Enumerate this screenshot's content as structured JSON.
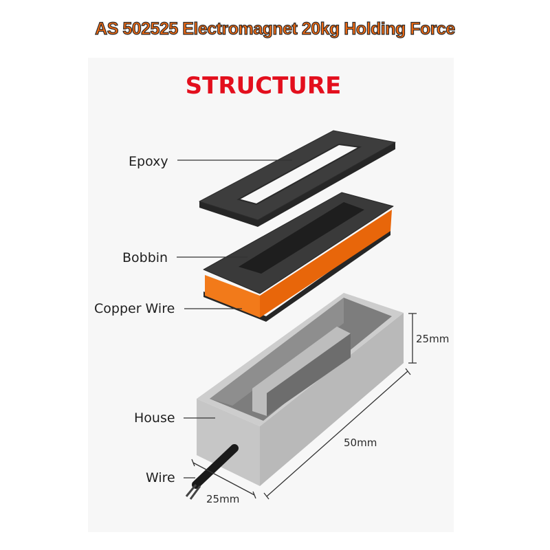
{
  "title": "AS 502525 Electromagnet 20kg Holding Force",
  "diagram": {
    "heading": "STRUCTURE",
    "labels": {
      "epoxy": "Epoxy",
      "bobbin": "Bobbin",
      "copper_wire": "Copper Wire",
      "house": "House",
      "wire": "Wire"
    },
    "dimensions": {
      "height": "25mm",
      "length": "50mm",
      "width": "25mm"
    },
    "colors": {
      "heading": "#e30f1d",
      "copper": "#f06a0e",
      "plate": "#3a3a3a",
      "housing": "#c9c9c9"
    }
  }
}
